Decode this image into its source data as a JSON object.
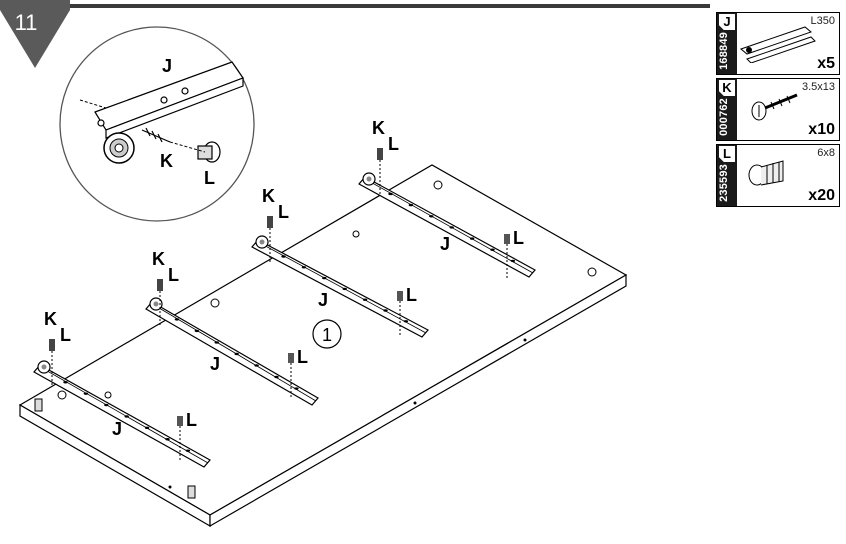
{
  "step": {
    "number": "11"
  },
  "callout_labels": {
    "j": "J",
    "k": "K",
    "l": "L"
  },
  "board_marker": "1",
  "rail_labels": [
    "J",
    "J",
    "J",
    "J"
  ],
  "k_labels": [
    "K",
    "K",
    "K",
    "K"
  ],
  "l_labels_top": [
    "L",
    "L",
    "L",
    "L"
  ],
  "l_labels_front": [
    "L",
    "L",
    "L",
    "L"
  ],
  "parts": [
    {
      "letter": "J",
      "code": "168849",
      "dimension": "L350",
      "quantity": "x5",
      "icon": "drawer-rail-icon"
    },
    {
      "letter": "K",
      "code": "000762",
      "dimension": "3.5x13",
      "quantity": "x10",
      "icon": "screw-icon"
    },
    {
      "letter": "L",
      "code": "235593",
      "dimension": "6x8",
      "quantity": "x20",
      "icon": "plastic-dowel-icon"
    }
  ],
  "colors": {
    "ink": "#000000",
    "header_bar": "#3a3a3a",
    "tab": "#1a1a1a",
    "badge": "#5a5a5a"
  }
}
